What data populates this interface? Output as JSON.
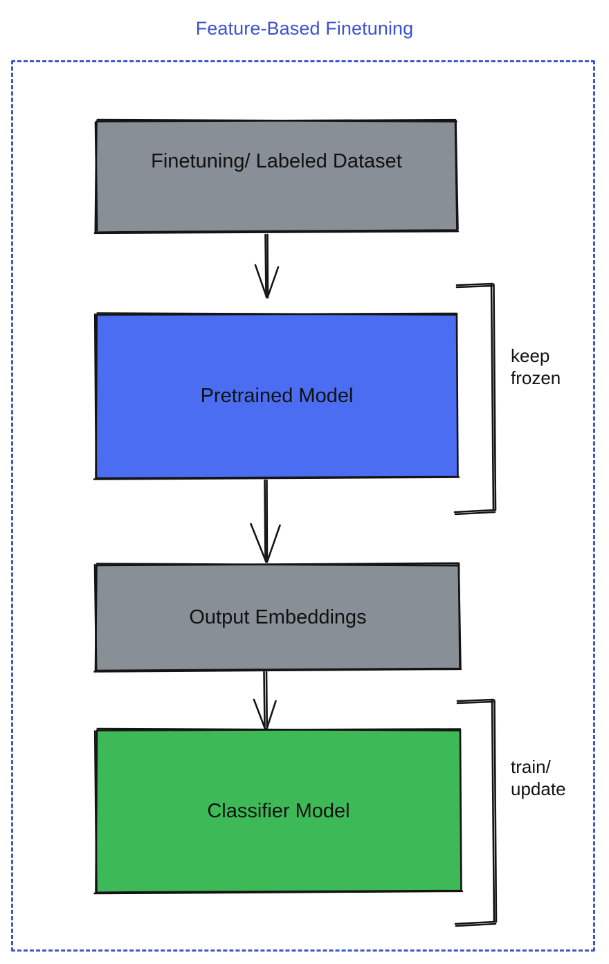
{
  "title": "Feature-Based Finetuning",
  "colors": {
    "title_blue": "#3d52cc",
    "frame_dashed_blue": "#3d57c9",
    "gray_fill": "#888f97",
    "blue_fill": "#4a6df2",
    "green_fill": "#3dba57",
    "stroke_black": "#111111",
    "background": "#ffffff"
  },
  "frame": {
    "style": "dashed",
    "label": "feature-based-finetuning-group"
  },
  "nodes": [
    {
      "id": "dataset",
      "label": "Finetuning/ Labeled Dataset",
      "fill": "#888f97",
      "shape": "rectangle"
    },
    {
      "id": "pretrained",
      "label": "Pretrained Model",
      "fill": "#4a6df2",
      "shape": "rectangle"
    },
    {
      "id": "embeddings",
      "label": "Output Embeddings",
      "fill": "#888f97",
      "shape": "rectangle"
    },
    {
      "id": "classifier",
      "label": "Classifier Model",
      "fill": "#3dba57",
      "shape": "rectangle"
    }
  ],
  "edges": [
    {
      "id": "edge-dataset-pretrained",
      "from": "dataset",
      "to": "pretrained",
      "label": ""
    },
    {
      "id": "edge-pretrained-embeddings",
      "from": "pretrained",
      "to": "embeddings",
      "label": ""
    },
    {
      "id": "edge-embeddings-classifier",
      "from": "embeddings",
      "to": "classifier",
      "label": ""
    }
  ],
  "annotations": [
    {
      "id": "keep-frozen",
      "text": "keep\nfrozen",
      "target": "pretrained",
      "bracket": "right"
    },
    {
      "id": "train-update",
      "text": "train/\nupdate",
      "target": "classifier",
      "bracket": "right"
    }
  ]
}
